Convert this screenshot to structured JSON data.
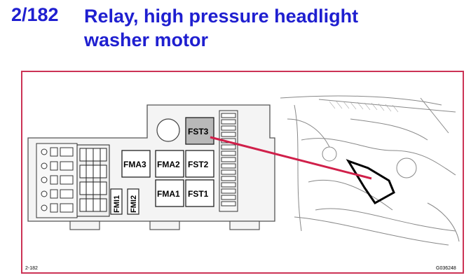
{
  "header": {
    "number": "2/182",
    "title_line1": "Relay, high pressure headlight",
    "title_line2": "washer motor"
  },
  "colors": {
    "title": "#1f1fd0",
    "frame": "#cc3355",
    "pointer": "#d0204a",
    "highlight_fill": "#b8b8b8"
  },
  "diagram": {
    "highlighted": "FST3",
    "labels": {
      "fst3": "FST3",
      "fma3": "FMA3",
      "fma2": "FMA2",
      "fst2": "FST2",
      "fma1": "FMA1",
      "fst1": "FST1",
      "fmi1": "FMI1",
      "fmi2": "FMI2"
    }
  },
  "footer": {
    "left_code": "2-182",
    "right_code": "G036248"
  }
}
